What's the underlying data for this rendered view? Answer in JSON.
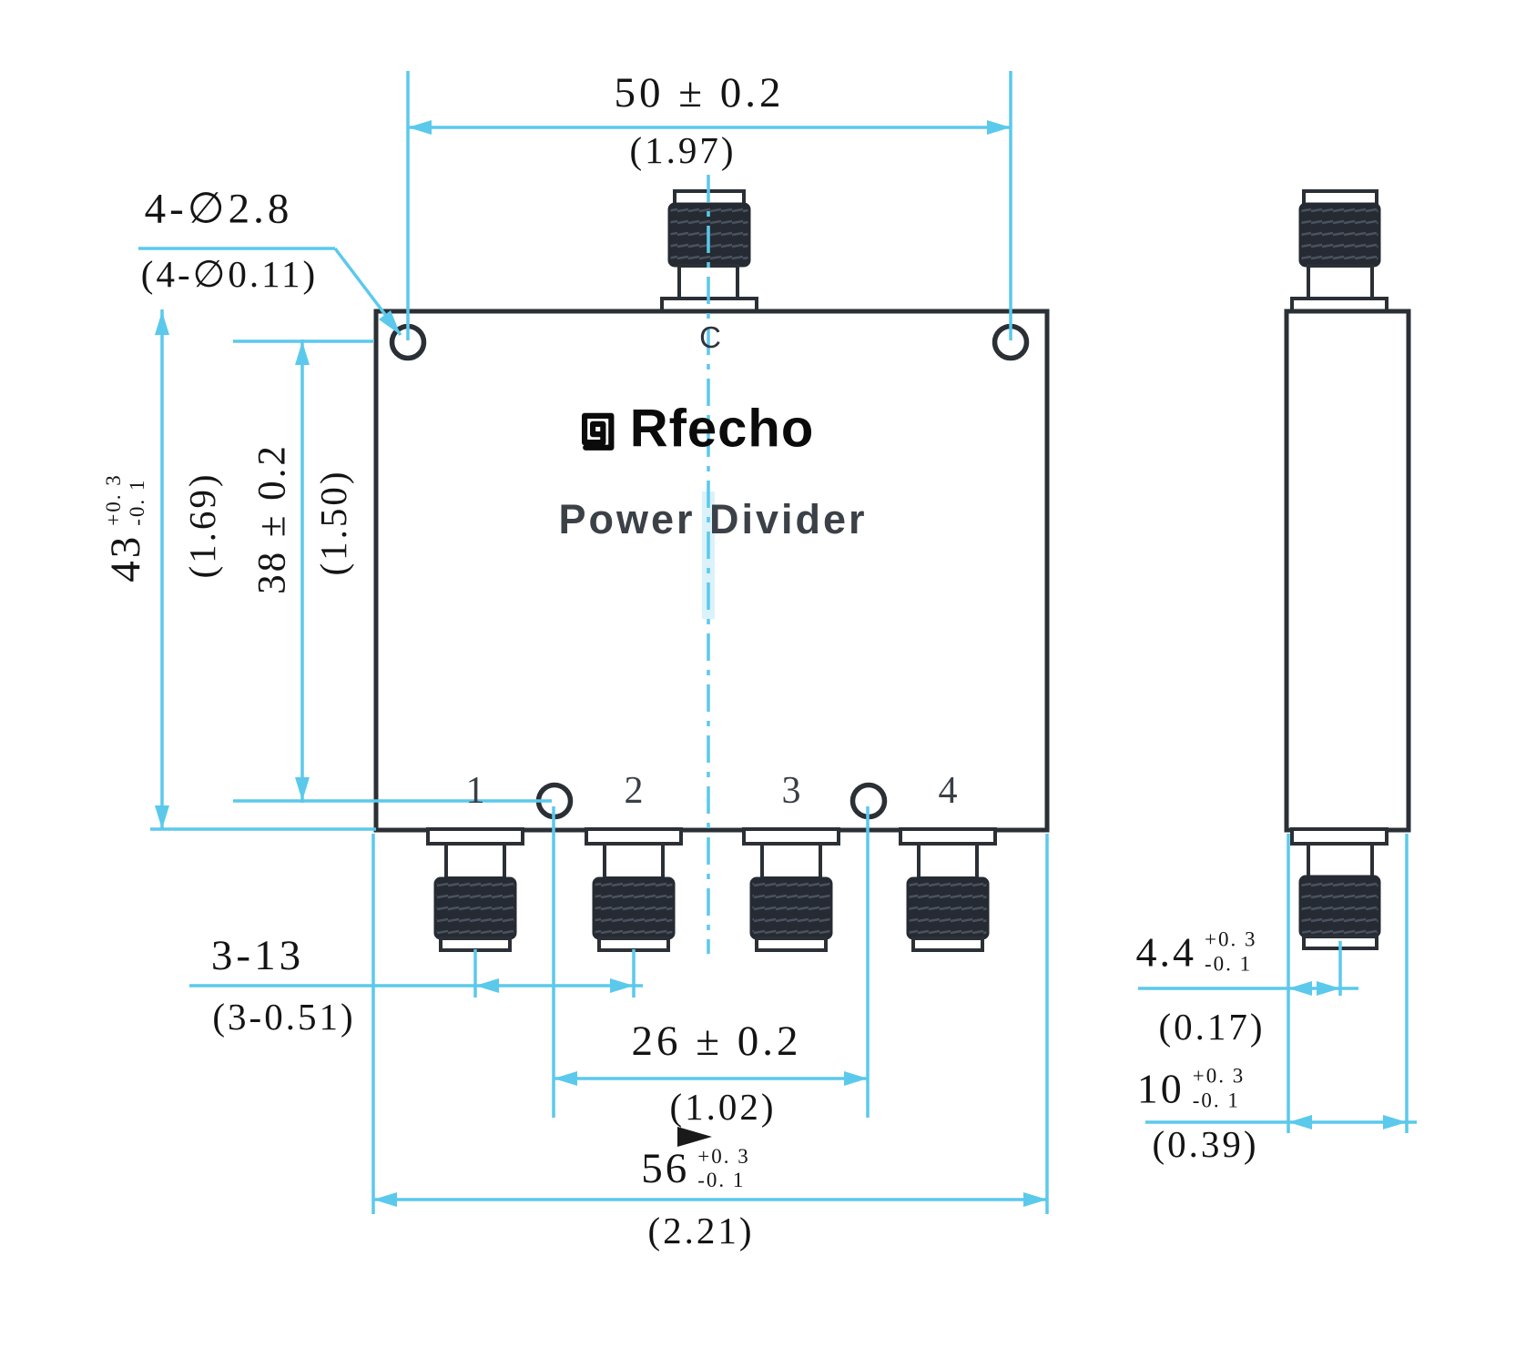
{
  "logo": {
    "brand": "Rfecho"
  },
  "title": "Power Divider",
  "front_view": {
    "center_port_label": "C",
    "port_labels": [
      "1",
      "2",
      "3",
      "4"
    ]
  },
  "dims": {
    "top_width": {
      "mm": "50 ± 0.2",
      "inch": "(1.97)"
    },
    "mount_holes": {
      "mm": "4-∅2.8",
      "inch": "(4-∅0.11)"
    },
    "overall_height": {
      "mm": "43",
      "tol_plus": "+0. 3",
      "tol_minus": "-0. 1",
      "inch": "(1.69)"
    },
    "hole_row_span": {
      "mm": "38 ± 0.2",
      "inch": "(1.50)"
    },
    "port_pitch": {
      "mm": "3-13",
      "inch": "(3-0.51)"
    },
    "bottom_hole_span": {
      "mm": "26 ± 0.2",
      "inch": "(1.02)"
    },
    "overall_width": {
      "mm": "56",
      "tol_plus": "+0. 3",
      "tol_minus": "-0. 1",
      "inch": "(2.21)"
    },
    "connector_offset": {
      "mm": "4.4",
      "tol_plus": "+0. 3",
      "tol_minus": "-0. 1",
      "inch": "(0.17)"
    },
    "body_depth": {
      "mm": "10",
      "tol_plus": "+0. 3",
      "tol_minus": "-0. 1",
      "inch": "(0.39)"
    }
  },
  "colors": {
    "dimension_cyan": "#5BC9EC",
    "line_dark": "#2B2F36",
    "text_dark": "#141414"
  }
}
